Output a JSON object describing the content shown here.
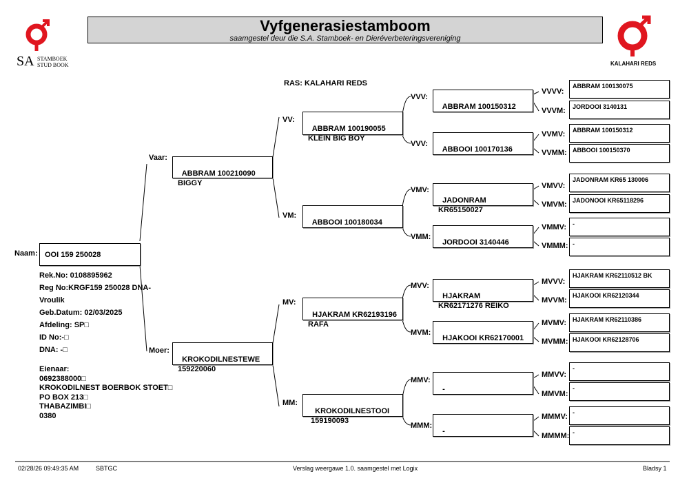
{
  "header": {
    "title": "Vyfgenerasiestamboom",
    "subtitle": "saamgestel deur die S.A. Stamboek- en Dieréverbeteringsvereniging",
    "left_logo_letters": "SA",
    "left_logo_line1": "STAMBOEK",
    "left_logo_line2": "STUD BOOK",
    "right_logo_caption": "KALAHARI REDS",
    "brand_color": "#e0161f"
  },
  "breed_line": "RAS: KALAHARI REDS",
  "animal": {
    "label": "Naam:",
    "name": "OOI 159 250028",
    "details": [
      "Rek.No: 0108895962",
      "Reg No:KRGF159 250028 DNA-",
      "Vroulik",
      "Geb.Datum: 02/03/2025",
      "Afdeling: SP□",
      "ID No:-□",
      "DNA: -□"
    ],
    "owner": [
      "Eienaar:",
      "0692388000□",
      "KROKODILNEST BOERBOK STOET□",
      "PO BOX 213□",
      "THABAZIMBI□",
      "0380"
    ]
  },
  "gen1": [
    {
      "label": "Vaar:",
      "name": "ABBRAM 100210090\nBIGGY"
    },
    {
      "label": "Moer:",
      "name": "KROKODILNESTEWE\n159220060"
    }
  ],
  "gen2": [
    {
      "label": "VV:",
      "name": "ABBRAM 100190055\nKLEIN BIG BOY"
    },
    {
      "label": "VM:",
      "name": "ABBOOI 100180034"
    },
    {
      "label": "MV:",
      "name": "HJAKRAM KR62193196\nRAFA"
    },
    {
      "label": "MM:",
      "name": "KROKODILNESTOOI\n159190093"
    }
  ],
  "gen3": [
    {
      "label": "VVV:",
      "name": "ABBRAM 100150312"
    },
    {
      "label": "VVV:",
      "name": "ABBOOI 100170136"
    },
    {
      "label": "VMV:",
      "name": "JADONRAM\nKR65150027"
    },
    {
      "label": "VMM:",
      "name": "JORDOOI 3140446"
    },
    {
      "label": "MVV:",
      "name": "HJAKRAM\nKR62171276 REIKO"
    },
    {
      "label": "MVM:",
      "name": "HJAKOOI KR62170001"
    },
    {
      "label": "MMV:",
      "name": "-"
    },
    {
      "label": "MMM:",
      "name": "-"
    }
  ],
  "gen4": [
    {
      "label": "VVVV:",
      "name": "ABBRAM 100130075"
    },
    {
      "label": "VVVM:",
      "name": "JORDOOI 3140131"
    },
    {
      "label": "VVMV:",
      "name": "ABBRAM 100150312"
    },
    {
      "label": "VVMM:",
      "name": "ABBOOI 100150370"
    },
    {
      "label": "VMVV:",
      "name": "JADONRAM KR65 130006"
    },
    {
      "label": "VMVM:",
      "name": "JADONOOI KR65118296"
    },
    {
      "label": "VMMV:",
      "name": "-"
    },
    {
      "label": "VMMM:",
      "name": "-"
    },
    {
      "label": "MVVV:",
      "name": "HJAKRAM KR62110512 BK"
    },
    {
      "label": "MVVM:",
      "name": "HJAKOOI KR62120344"
    },
    {
      "label": "MVMV:",
      "name": "HJAKRAM KR62110386"
    },
    {
      "label": "MVMM:",
      "name": "HJAKOOI KR62128706"
    },
    {
      "label": "MMVV:",
      "name": "-"
    },
    {
      "label": "MMVM:",
      "name": "-"
    },
    {
      "label": "MMMV:",
      "name": "-"
    },
    {
      "label": "MMMM:",
      "name": "-"
    }
  ],
  "footer": {
    "datetime": "02/28/26 09:49:35 AM",
    "code": "SBTGC",
    "version": "Verslag weergawe 1.0. saamgestel met Logix",
    "page": "Bladsy 1"
  }
}
